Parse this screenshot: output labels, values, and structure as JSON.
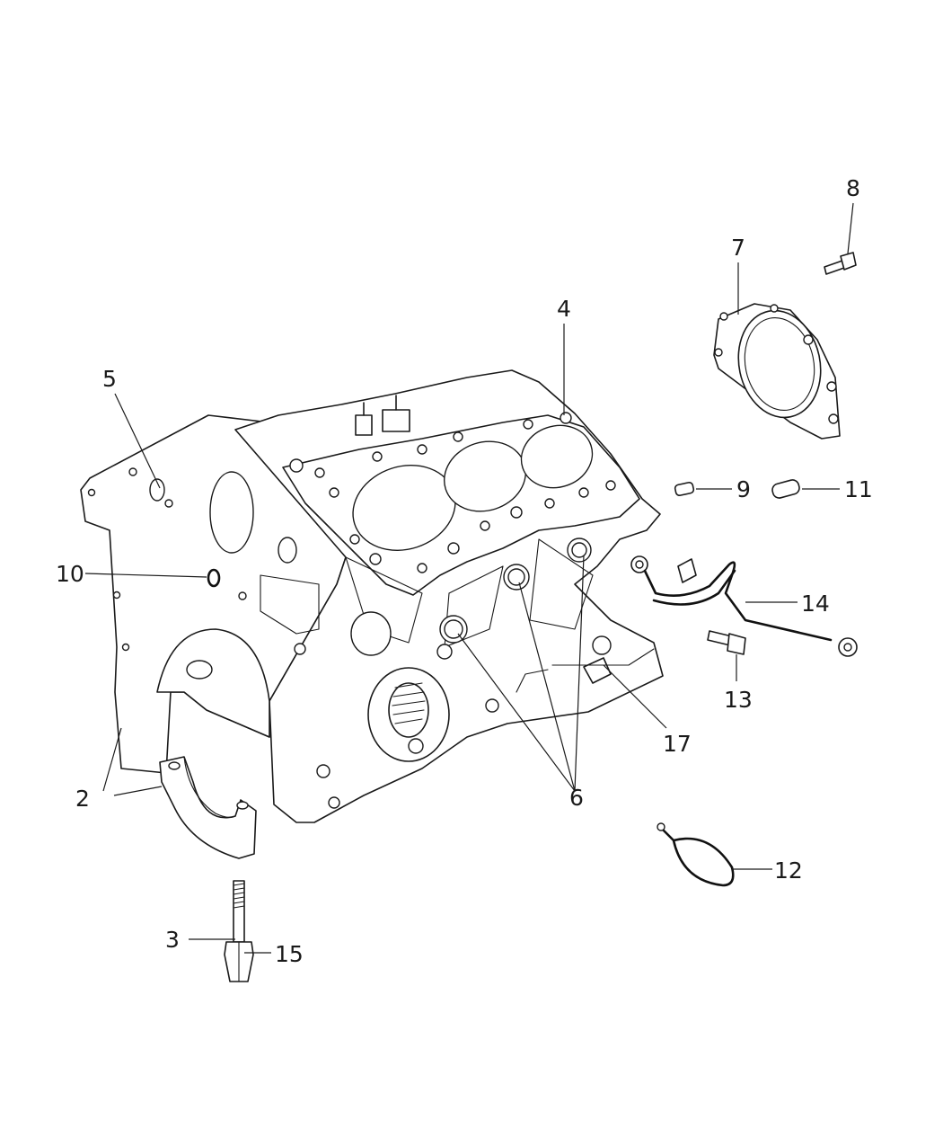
{
  "callouts": [
    {
      "id": "c2",
      "label": "2"
    },
    {
      "id": "c3",
      "label": "3"
    },
    {
      "id": "c4",
      "label": "4"
    },
    {
      "id": "c5",
      "label": "5"
    },
    {
      "id": "c6",
      "label": "6"
    },
    {
      "id": "c7",
      "label": "7"
    },
    {
      "id": "c8",
      "label": "8"
    },
    {
      "id": "c9",
      "label": "9"
    },
    {
      "id": "c10",
      "label": "10"
    },
    {
      "id": "c11",
      "label": "11"
    },
    {
      "id": "c12",
      "label": "12"
    },
    {
      "id": "c13",
      "label": "13"
    },
    {
      "id": "c14",
      "label": "14"
    },
    {
      "id": "c15",
      "label": "15"
    },
    {
      "id": "c17",
      "label": "17"
    }
  ]
}
